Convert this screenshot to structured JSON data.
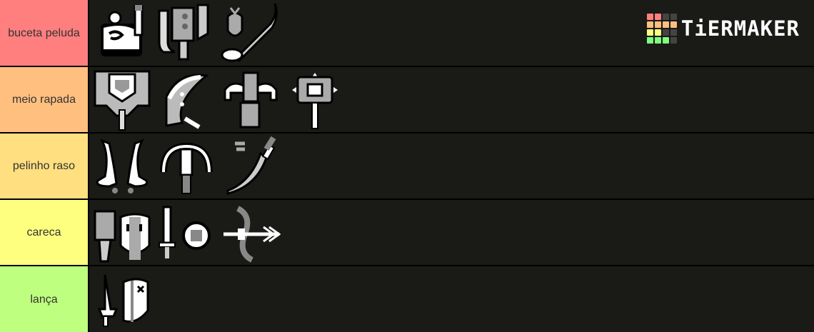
{
  "logo": {
    "text": "TiERMAKER",
    "grid_colors": [
      [
        "#ff7f7f",
        "#ff7f7f",
        "#444444",
        "#444444"
      ],
      [
        "#ffbf7f",
        "#ffbf7f",
        "#ffbf7f",
        "#ffbf7f"
      ],
      [
        "#ffdf7f",
        "#ffff7f",
        "#444444",
        "#444444"
      ],
      [
        "#7fff7f",
        "#7fff7f",
        "#7fff7f",
        "#444444"
      ]
    ]
  },
  "tiers": [
    {
      "label": "buceta peluda",
      "color": "#ff7f7f",
      "items": [
        "hunting-horn-icon",
        "charge-blade-icon",
        "insect-glaive-icon"
      ]
    },
    {
      "label": "meio rapada",
      "color": "#ffbf7f",
      "items": [
        "switch-axe-icon",
        "great-sword-icon",
        "heavy-bowgun-icon",
        "hammer-icon"
      ]
    },
    {
      "label": "pelinho raso",
      "color": "#ffdf7f",
      "items": [
        "dual-blades-icon",
        "light-bowgun-icon",
        "long-sword-icon"
      ]
    },
    {
      "label": "careca",
      "color": "#ffff7f",
      "items": [
        "gunlance-icon",
        "sword-and-shield-icon",
        "bow-icon"
      ]
    },
    {
      "label": "lança",
      "color": "#bfff7f",
      "items": [
        "lance-icon"
      ]
    }
  ]
}
